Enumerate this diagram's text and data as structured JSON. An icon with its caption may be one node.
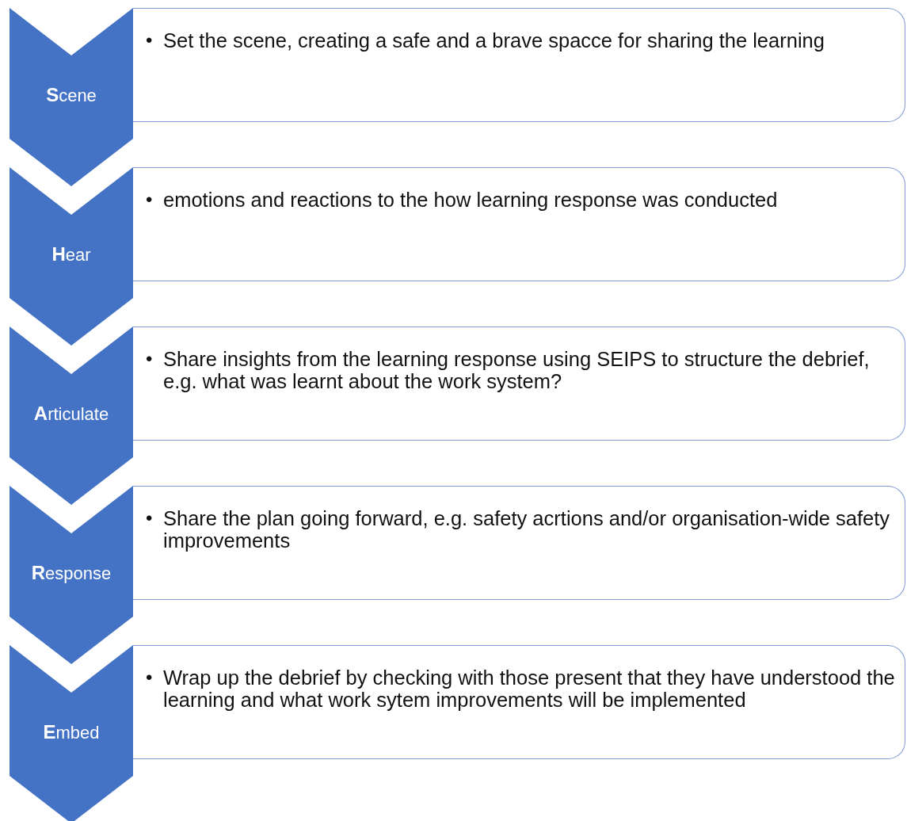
{
  "diagram": {
    "nodes": [
      {
        "text": [
          "**S**cene"
        ]
      },
      {
        "text": [
          "•",
          "Set the scene, creating a safe and a brave spacce for sharing the learning"
        ]
      },
      {
        "text": [
          "**H**ear"
        ]
      },
      {
        "text": [
          "•",
          "emotions and reactions to the how learning response was conducted"
        ]
      },
      {
        "text": [
          "**A**rticulate"
        ]
      },
      {
        "text": [
          "•",
          "Share insights from the learning response using SEIPS to structure the debrief, e.g. what was learnt about the work system?"
        ]
      },
      {
        "text": [
          "**R**esponse"
        ]
      },
      {
        "text": [
          "•",
          "Share the plan going forward, e.g. safety acrtions and/or organisation-wide safety improvements"
        ]
      },
      {
        "text": [
          "**E**mbed"
        ]
      },
      {
        "text": [
          "•",
          "Wrap up the debrief by checking with those present that they have understood the learning and what work sytem improvements will be implemented"
        ]
      }
    ],
    "edges": []
  }
}
